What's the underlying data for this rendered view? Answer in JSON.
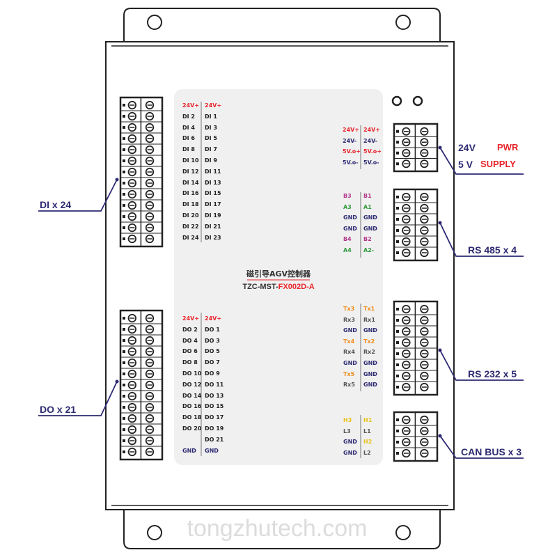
{
  "colors": {
    "red": "#e8242a",
    "navy": "#2d2a72",
    "orange": "#f08c1c",
    "yellow": "#e8c21a",
    "green": "#2f9a3c",
    "magenta": "#b23a8c",
    "gray": "#555555",
    "outline": "#222222"
  },
  "device": {
    "title_cn": "磁引导AGV控制器",
    "model_prefix": "TZC-MST-",
    "model_suffix": "FX002D-A"
  },
  "external_labels": {
    "di": "DI x 24",
    "do": "DO x 21",
    "pwr_24v": "24V",
    "pwr_5v": "5 V",
    "pwr_word": "PWR",
    "supply_word": "SUPPLY",
    "rs485": "RS 485 x 4",
    "rs232": "RS 232 x 5",
    "can": "CAN BUS x 3"
  },
  "pins": {
    "di_left": [
      "24V+",
      "DI 2",
      "DI 4",
      "DI 6",
      "DI 8",
      "DI 10",
      "DI 12",
      "DI 14",
      "DI 16",
      "DI 18",
      "DI 20",
      "DI 22",
      "DI 24"
    ],
    "di_right": [
      "24V+",
      "DI 1",
      "DI 3",
      "DI 5",
      "DI 7",
      "DI 9",
      "DI 11",
      "DI 13",
      "DI 15",
      "DI 17",
      "DI 19",
      "DI 21",
      "DI 23"
    ],
    "do_left": [
      "24V+",
      "DO 2",
      "DO 4",
      "DO 6",
      "DO 8",
      "DO 10",
      "DO 12",
      "DO 14",
      "DO 16",
      "DO 18",
      "DO 20",
      "",
      "GND"
    ],
    "do_right": [
      "24V+",
      "DO 1",
      "DO 3",
      "DO 5",
      "DO 7",
      "DO 9",
      "DO 11",
      "DO 13",
      "DO 15",
      "DO 17",
      "DO 19",
      "DO 21",
      "GND"
    ],
    "pwr_left": [
      "24V+",
      "24V-",
      "5V.o+",
      "5V.o-"
    ],
    "pwr_right": [
      "24V+",
      "24V-",
      "5V.o+",
      "5V.o-"
    ],
    "rs485_left": [
      "B3",
      "A3",
      "GND",
      "GND",
      "B4",
      "A4"
    ],
    "rs485_right": [
      "B1",
      "A1",
      "GND",
      "GND",
      "B2",
      "A2-"
    ],
    "rs232_left": [
      "Tx3",
      "Rx3",
      "GND",
      "Tx4",
      "Rx4",
      "GND",
      "Tx5",
      "Rx5"
    ],
    "rs232_right": [
      "Tx1",
      "Rx1",
      "GND",
      "Tx2",
      "Rx2",
      "GND",
      "GND",
      "GND"
    ],
    "can_left": [
      "H3",
      "L3",
      "GND",
      "GND"
    ],
    "can_right": [
      "H1",
      "L1",
      "H2",
      "L2"
    ]
  },
  "watermark": "tongzhutech.com"
}
